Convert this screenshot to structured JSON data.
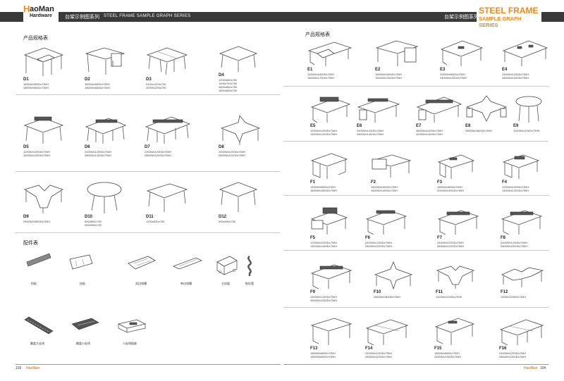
{
  "header": {
    "logo_mark": "H",
    "logo_name": "aoMan",
    "logo_sub": "Hardware",
    "title_cn": "台架示例图系列",
    "title_en": "STEEL FRAME SAMPLE GRAPH SERIES",
    "right_cn": "台架示例图系列",
    "brand_title": "STEEL FRAME",
    "brand_sub": "SAMPLE GRAPH SERIES"
  },
  "left": {
    "section_specs": "产品规格表",
    "section_acc": "配件表",
    "d_items": [
      {
        "code": "D1",
        "spec": "1800Wx800Dx750H\n1800Wx800Dx750H"
      },
      {
        "code": "D2",
        "spec": "1600Wx800Dx750H\n1800Wx800Dx750H"
      },
      {
        "code": "D3",
        "spec": "2400x1200x750\n2000x1200x750"
      },
      {
        "code": "D4",
        "spec": "1200x800x750\n1400x700x750\n1600x800x750\n1800x800x750"
      },
      {
        "code": "D5",
        "spec": "1200Wx1200Dx750H\n1400Wx1200Dx750H"
      },
      {
        "code": "D6",
        "spec": "2400Wx1200Dx750H\n2800Wx1200Dx750H"
      },
      {
        "code": "D7",
        "spec": "2400Wx1200Dx750H\n2800Wx1200Dx750H"
      },
      {
        "code": "D8",
        "spec": "2400Wx1200Dx750H\n2800Wx1200Dx750H"
      },
      {
        "code": "D9",
        "spec": "2800Wx2800Dx750H"
      },
      {
        "code": "D10",
        "spec": "800x800x750\n900x900x750"
      },
      {
        "code": "D11",
        "spec": "1200x600x750"
      },
      {
        "code": "D12",
        "spec": "900x900x750"
      }
    ],
    "accessories": [
      {
        "label": "挡板"
      },
      {
        "label": "挂板"
      },
      {
        "label": "双边线槽"
      },
      {
        "label": "单边线槽"
      },
      {
        "label": "主机架"
      },
      {
        "label": "蛇形管"
      },
      {
        "label": "翻盖大走线"
      },
      {
        "label": "翻盖小走线"
      },
      {
        "label": "小走线插座"
      }
    ],
    "page_number": "103",
    "footer_brand": "HaoMan"
  },
  "right": {
    "section_specs": "产品规格表",
    "items": [
      {
        "code": "E1",
        "spec": "1600Wx1600Dx750H\n1800Wx1700Dx750H"
      },
      {
        "code": "E2",
        "spec": "1800Wx1600Dx750H\n1600Wx1400Dx750H"
      },
      {
        "code": "E3",
        "spec": "2000Wx800Dx750H\n2400Wx1200Dx750H"
      },
      {
        "code": "E4",
        "spec": "2400Wx1200Dx750H\n2800Wx1400Dx750H"
      },
      {
        "code": "E5",
        "spec": "1200Wx1200Dx750H\n1400Wx1200Dx750H"
      },
      {
        "code": "E6",
        "spec": "2400Wx1200Dx750H\n2800Wx1400Dx750H"
      },
      {
        "code": "E7",
        "spec": "3600Wx1200Dx750H\n4200Wx1400Dx750H"
      },
      {
        "code": "E8",
        "spec": "2800Wx2800Dx750H"
      },
      {
        "code": "E9",
        "spec": "1100Wx1100Dx750H"
      },
      {
        "code": "F1",
        "spec": "1400Wx800Dx750H\n1800Wx1800Dx750H"
      },
      {
        "code": "F2",
        "spec": "1600Wx1600Dx750H\n1800Wx1400Dx750H"
      },
      {
        "code": "F3",
        "spec": "1800Wx800Dx750H\n2000Wx1000Dx750H"
      },
      {
        "code": "F4",
        "spec": "1200Wx1200Dx750H\n1400Wx1200Dx750H"
      },
      {
        "code": "F5",
        "spec": "1200Wx1200Dx750H\n1400Wx1400Dx750H"
      },
      {
        "code": "F6",
        "spec": "2400Wx1200Dx750H\n2800Wx1200Dx750H"
      },
      {
        "code": "F7",
        "spec": "2400Wx1200Dx750H\n2800Wx1200Dx750H"
      },
      {
        "code": "F8",
        "spec": "2400Wx1200Dx750H\n2800Wx2200Dx750H"
      },
      {
        "code": "F9",
        "spec": "2400Wx1200Dx750H\n2800Wx1200Dx750H"
      },
      {
        "code": "F10",
        "spec": "2800Wx2800Dx750H"
      },
      {
        "code": "F11",
        "spec": "1100Wx1100Dx750H"
      },
      {
        "code": "F12",
        "spec": "100Wx2200Dx750H"
      },
      {
        "code": "F13",
        "spec": "1800Wx800Dx750H\n1800Wx800Dx750H"
      },
      {
        "code": "F14",
        "spec": "2400Wx1200Dx750H\n2800Wx1200Dx750H"
      },
      {
        "code": "F15",
        "spec": "1800Wx800Dx750H\n2400Wx1200Dx750H"
      },
      {
        "code": "F16",
        "spec": "2400Wx1200Dx750H\n2800Wx1200Dx750H"
      }
    ],
    "page_number": "104",
    "footer_brand": "HaoMan"
  },
  "colors": {
    "accent": "#f08a1c",
    "header_bar": "#3a3a3a"
  }
}
